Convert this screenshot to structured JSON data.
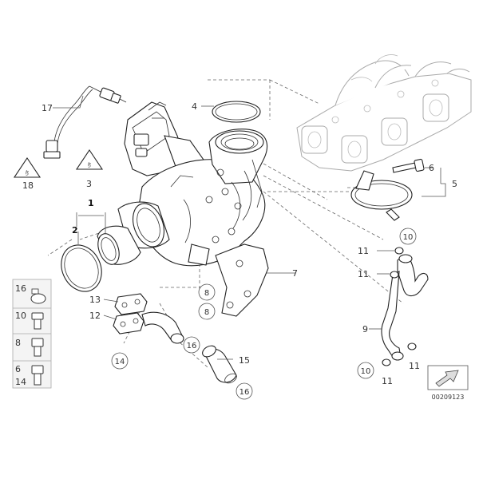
{
  "diagram": {
    "ref_code": "00209123",
    "callouts": {
      "c1": "1",
      "c2": "2",
      "c3": "3",
      "c4": "4",
      "c5": "5",
      "c6": "6",
      "c7": "7",
      "c8a": "8",
      "c8b": "8",
      "c9": "9",
      "c10a": "10",
      "c10b": "10",
      "c11a": "11",
      "c11b": "11",
      "c11c": "11",
      "c11d": "11",
      "c12": "12",
      "c13": "13",
      "c14": "14",
      "c15": "15",
      "c16a": "16",
      "c16b": "16",
      "c17": "17",
      "c18": "18"
    },
    "legend": [
      {
        "label": "16",
        "icon": "hose-clamp-icon"
      },
      {
        "label": "10",
        "icon": "screw-plug-icon"
      },
      {
        "label": "8",
        "icon": "hex-bolt-icon"
      },
      {
        "label": "6",
        "label2": "14",
        "icon": "collar-bolt-icon"
      }
    ]
  }
}
